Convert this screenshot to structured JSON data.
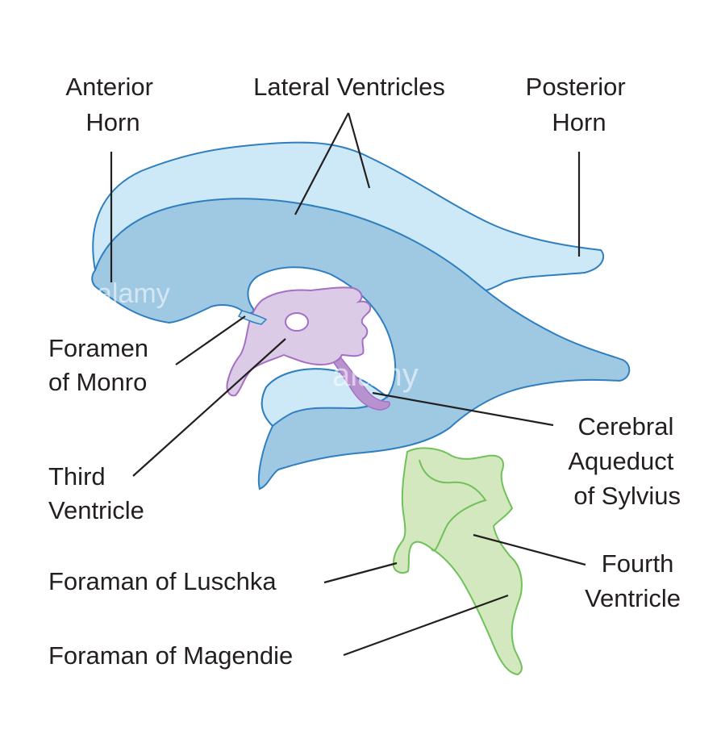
{
  "labels": {
    "anterior_horn": [
      "Anterior",
      "Horn"
    ],
    "lateral_ventricles": [
      "Lateral Ventricles"
    ],
    "posterior_horn": [
      "Posterior",
      "Horn"
    ],
    "foramen_of_monro": [
      "Foramen",
      "of Monro"
    ],
    "third_ventricle": [
      "Third",
      "Ventricle"
    ],
    "cerebral_aqueduct": [
      "Cerebral",
      "Aqueduct",
      "of Sylvius"
    ],
    "fourth_ventricle": [
      "Fourth",
      "Ventricle"
    ],
    "foramen_of_luschka": [
      "Foraman of Luschka"
    ],
    "foramen_of_magendie": [
      "Foraman of Magendie"
    ]
  },
  "watermark": "alamy",
  "colors": {
    "lateral_light": "#cde9f8",
    "lateral_dark": "#9fc9e3",
    "outline_blue": "#2f7fc0",
    "third_ventricle": "#dccbe6",
    "purple_outline": "#a46fc5",
    "fourth_ventricle": "#d3e8be",
    "green_outline": "#6fc25a",
    "text": "#231f20"
  }
}
